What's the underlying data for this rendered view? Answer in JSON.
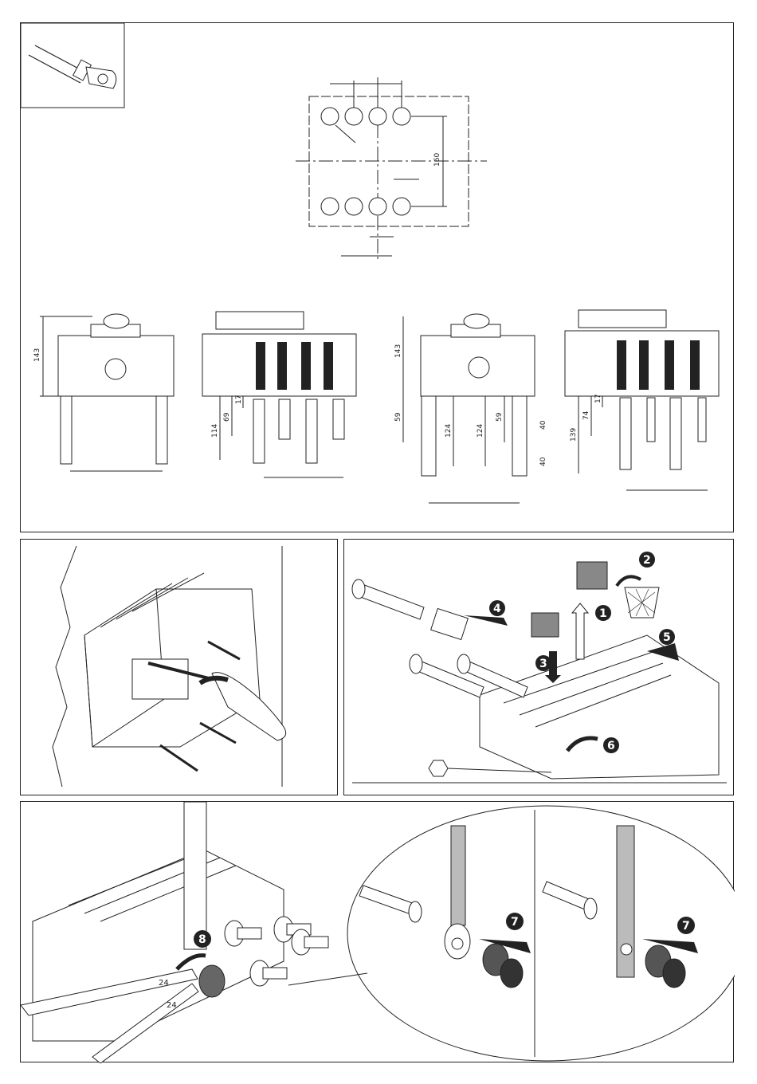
{
  "panels": {
    "top": {
      "hole_layout": {
        "vertical_dim": "160"
      },
      "views": [
        {
          "name": "front-view-1",
          "dims": [
            "143"
          ]
        },
        {
          "name": "side-view-1",
          "dims": [
            "114",
            "69",
            "17"
          ]
        },
        {
          "name": "front-view-2",
          "dims": [
            "143",
            "59",
            "124"
          ]
        },
        {
          "name": "side-view-2",
          "dims": [
            "124",
            "59",
            "40",
            "40",
            "139",
            "74",
            "17"
          ]
        }
      ]
    },
    "bottom": {
      "wrench_sizes": [
        "24",
        "24"
      ]
    }
  },
  "steps": [
    "1",
    "2",
    "3",
    "4",
    "5",
    "6",
    "7",
    "7",
    "8"
  ],
  "icons": [
    "cable-lug-icon",
    "screwdriver-icon",
    "waste-bin-icon",
    "hexagon-icon",
    "arrow-icon"
  ]
}
